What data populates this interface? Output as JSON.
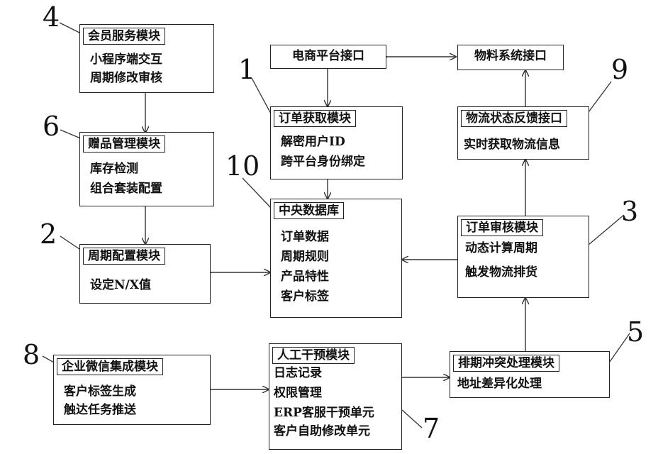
{
  "modules": {
    "member": {
      "number": "4",
      "title": "会员服务模块",
      "lines": [
        "小程序端交互",
        "周期修改审核"
      ]
    },
    "gift": {
      "number": "6",
      "title": "赠品管理模块",
      "lines": [
        "库存检测",
        "组合套装配置"
      ]
    },
    "cycle": {
      "number": "2",
      "title": "周期配置模块",
      "lines": [
        "设定N/X值"
      ]
    },
    "wecom": {
      "number": "8",
      "title": "企业微信集成模块",
      "lines": [
        "客户标签生成",
        "触达任务推送"
      ]
    },
    "order_fetch": {
      "number": "1",
      "title": "订单获取模块",
      "lines": [
        "解密用户ID",
        "跨平台身份绑定"
      ]
    },
    "central_db": {
      "number": "10",
      "title": "中央数据库",
      "lines": [
        "订单数据",
        "周期规则",
        "产品特性",
        "客户标签"
      ]
    },
    "manual": {
      "number": "7",
      "title": "人工干预模块",
      "lines": [
        "日志记录",
        "权限管理",
        "ERP客服干预单元",
        "客户自助修改单元"
      ]
    },
    "logistics_feedback": {
      "number": "9",
      "title": "物流状态反馈接口",
      "lines": [
        "实时获取物流信息"
      ]
    },
    "order_review": {
      "number": "3",
      "title": "订单审核模块",
      "lines": [
        "动态计算周期",
        "触发物流排货"
      ]
    },
    "conflict": {
      "number": "5",
      "title": "排期冲突处理模块",
      "lines": [
        "地址差异化处理"
      ]
    }
  },
  "interfaces": {
    "ecommerce": "电商平台接口",
    "material": "物料系统接口"
  }
}
